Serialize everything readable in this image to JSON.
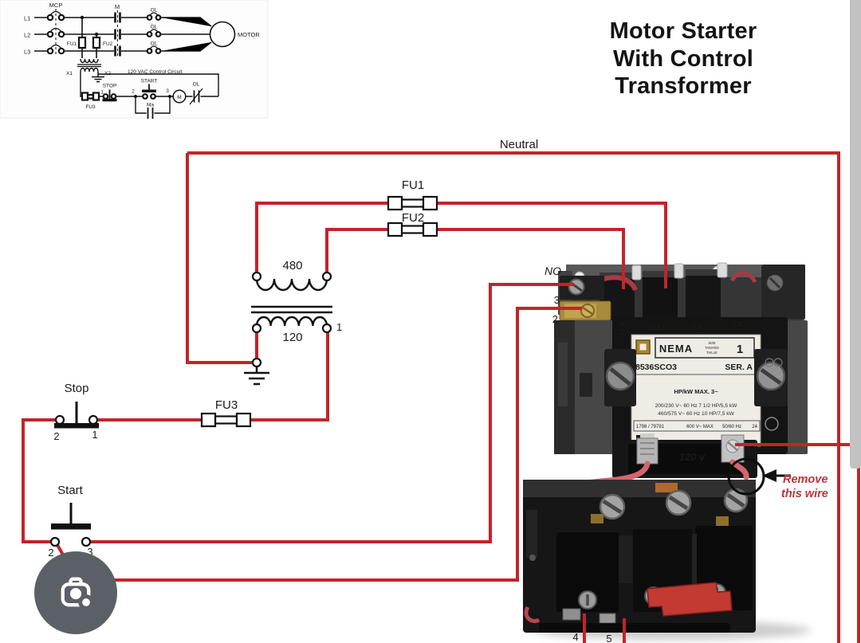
{
  "colors": {
    "wire_red": "#c42329",
    "annotation_red": "#c0333c",
    "photo_wire": "#d46570",
    "camera_badge": "#5b6066",
    "scrollbar": "#c2c2c2"
  },
  "title": {
    "line1": "Motor Starter",
    "line2": "With Control",
    "line3": "Transformer"
  },
  "mini": {
    "mcp": "MCP",
    "m": "M",
    "ol": "OL",
    "motor": "MOTOR",
    "l1": "L1",
    "l2": "L2",
    "l3": "L3",
    "fu1": "FU1",
    "fu2": "FU2",
    "fu3": "FU3",
    "x1": "X1",
    "x2": "X2",
    "control": "120 VAC Control Circuit",
    "stop": "STOP",
    "start": "START",
    "ma": "Ma",
    "coil_m": "M",
    "t1": "1",
    "t2": "2",
    "t3": "3"
  },
  "diagram": {
    "neutral": "Neutral",
    "fu1": "FU1",
    "fu2": "FU2",
    "fu3": "FU3",
    "primary": "480",
    "secondary": "120",
    "sec_t1": "1",
    "stop": "Stop",
    "stop_t2": "2",
    "stop_t1": "1",
    "start": "Start",
    "start_t2": "2",
    "start_t3": "3",
    "no": "NO",
    "no_t3": "3",
    "no_t2": "2",
    "t4": "4",
    "t5": "5"
  },
  "starter": {
    "marks": {
      "a3": "3",
      "a2": "2",
      "p1": "1&L1",
      "p2": "L2",
      "p3": "L3"
    },
    "plate": {
      "brand": "NEMA",
      "size1": "SIZE",
      "size2": "TAMAÑO",
      "size3": "TAILLE",
      "size_num": "1",
      "model": "8536SCO3",
      "series": "SER. A",
      "rating": "HP/kW  MAX. 3~",
      "r1": "200/230 V~  60 Hz   7 1/2 HP/5,5 kW",
      "r2": "460/575 V~  60 Hz   10 HP/7,5 kW",
      "f1": "1798 / 79791",
      "f2": "600 V~ MAX",
      "f3": "50/60 Hz",
      "f4": "24",
      "ul": "UL"
    },
    "coil": "120 v",
    "note1": "Remove",
    "note2": "this wire"
  }
}
